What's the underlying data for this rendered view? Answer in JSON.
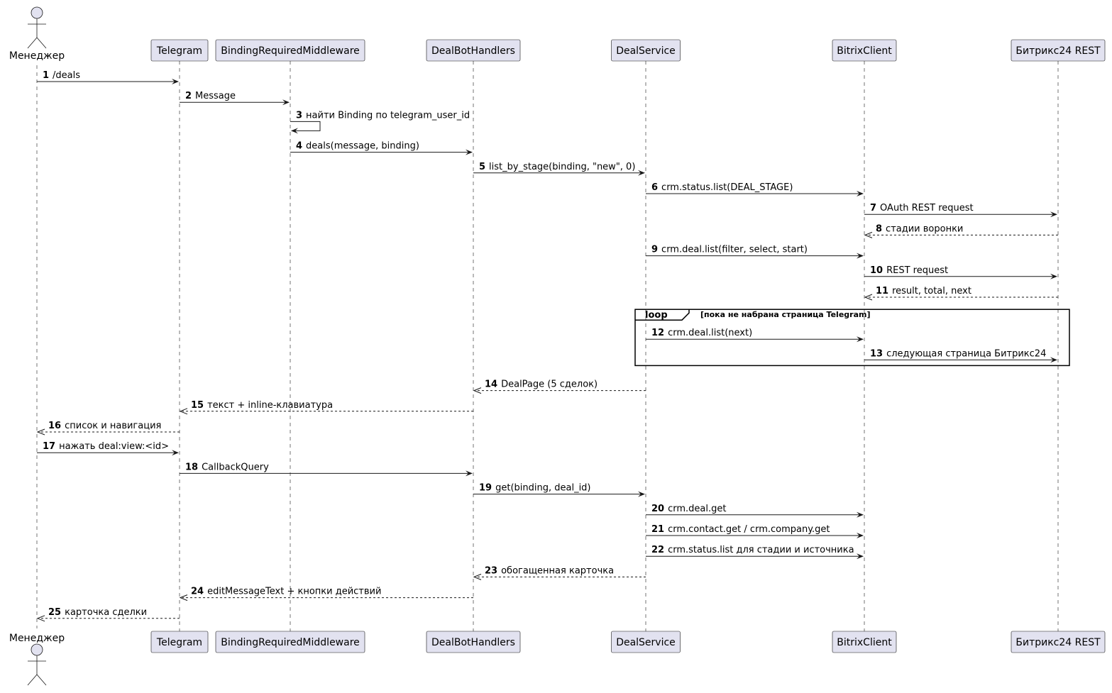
{
  "participants": [
    {
      "id": "manager",
      "label": "Менеджер",
      "kind": "actor"
    },
    {
      "id": "telegram",
      "label": "Telegram",
      "kind": "participant"
    },
    {
      "id": "middleware",
      "label": "BindingRequiredMiddleware",
      "kind": "participant"
    },
    {
      "id": "handlers",
      "label": "DealBotHandlers",
      "kind": "participant"
    },
    {
      "id": "service",
      "label": "DealService",
      "kind": "participant"
    },
    {
      "id": "client",
      "label": "BitrixClient",
      "kind": "participant"
    },
    {
      "id": "rest",
      "label": "Битрикс24 REST",
      "kind": "participant"
    }
  ],
  "messages": [
    {
      "n": "1",
      "from": "manager",
      "to": "telegram",
      "text": "/deals",
      "type": "sync"
    },
    {
      "n": "2",
      "from": "telegram",
      "to": "middleware",
      "text": "Message",
      "type": "sync"
    },
    {
      "n": "3",
      "from": "middleware",
      "to": "middleware",
      "text": "найти Binding по telegram_user_id",
      "type": "self"
    },
    {
      "n": "4",
      "from": "middleware",
      "to": "handlers",
      "text": "deals(message, binding)",
      "type": "sync"
    },
    {
      "n": "5",
      "from": "handlers",
      "to": "service",
      "text": "list_by_stage(binding, \"new\", 0)",
      "type": "sync"
    },
    {
      "n": "6",
      "from": "service",
      "to": "client",
      "text": "crm.status.list(DEAL_STAGE)",
      "type": "sync"
    },
    {
      "n": "7",
      "from": "client",
      "to": "rest",
      "text": "OAuth REST request",
      "type": "sync"
    },
    {
      "n": "8",
      "from": "rest",
      "to": "client",
      "text": "стадии воронки",
      "type": "return"
    },
    {
      "n": "9",
      "from": "service",
      "to": "client",
      "text": "crm.deal.list(filter, select, start)",
      "type": "sync"
    },
    {
      "n": "10",
      "from": "client",
      "to": "rest",
      "text": "REST request",
      "type": "sync"
    },
    {
      "n": "11",
      "from": "rest",
      "to": "client",
      "text": "result, total, next",
      "type": "return"
    },
    {
      "n": "12",
      "from": "service",
      "to": "client",
      "text": "crm.deal.list(next)",
      "type": "sync"
    },
    {
      "n": "13",
      "from": "client",
      "to": "rest",
      "text": "следующая страница Битрикс24",
      "type": "sync"
    },
    {
      "n": "14",
      "from": "service",
      "to": "handlers",
      "text": "DealPage (5 сделок)",
      "type": "return"
    },
    {
      "n": "15",
      "from": "handlers",
      "to": "telegram",
      "text": "текст + inline-клавиатура",
      "type": "return"
    },
    {
      "n": "16",
      "from": "telegram",
      "to": "manager",
      "text": "список и навигация",
      "type": "return"
    },
    {
      "n": "17",
      "from": "manager",
      "to": "telegram",
      "text": "нажать deal:view:<id>",
      "type": "sync"
    },
    {
      "n": "18",
      "from": "telegram",
      "to": "handlers",
      "text": "CallbackQuery",
      "type": "sync"
    },
    {
      "n": "19",
      "from": "handlers",
      "to": "service",
      "text": "get(binding, deal_id)",
      "type": "sync"
    },
    {
      "n": "20",
      "from": "service",
      "to": "client",
      "text": "crm.deal.get",
      "type": "sync"
    },
    {
      "n": "21",
      "from": "service",
      "to": "client",
      "text": "crm.contact.get / crm.company.get",
      "type": "sync"
    },
    {
      "n": "22",
      "from": "service",
      "to": "client",
      "text": "crm.status.list для стадии и источника",
      "type": "sync"
    },
    {
      "n": "23",
      "from": "service",
      "to": "handlers",
      "text": "обогащенная карточка",
      "type": "return"
    },
    {
      "n": "24",
      "from": "handlers",
      "to": "telegram",
      "text": "editMessageText + кнопки действий",
      "type": "return"
    },
    {
      "n": "25",
      "from": "telegram",
      "to": "manager",
      "text": "карточка сделки",
      "type": "return"
    }
  ],
  "fragments": [
    {
      "kind": "loop",
      "condition": "[пока не набрана страница Telegram]",
      "messages": [
        "12",
        "13"
      ]
    }
  ]
}
